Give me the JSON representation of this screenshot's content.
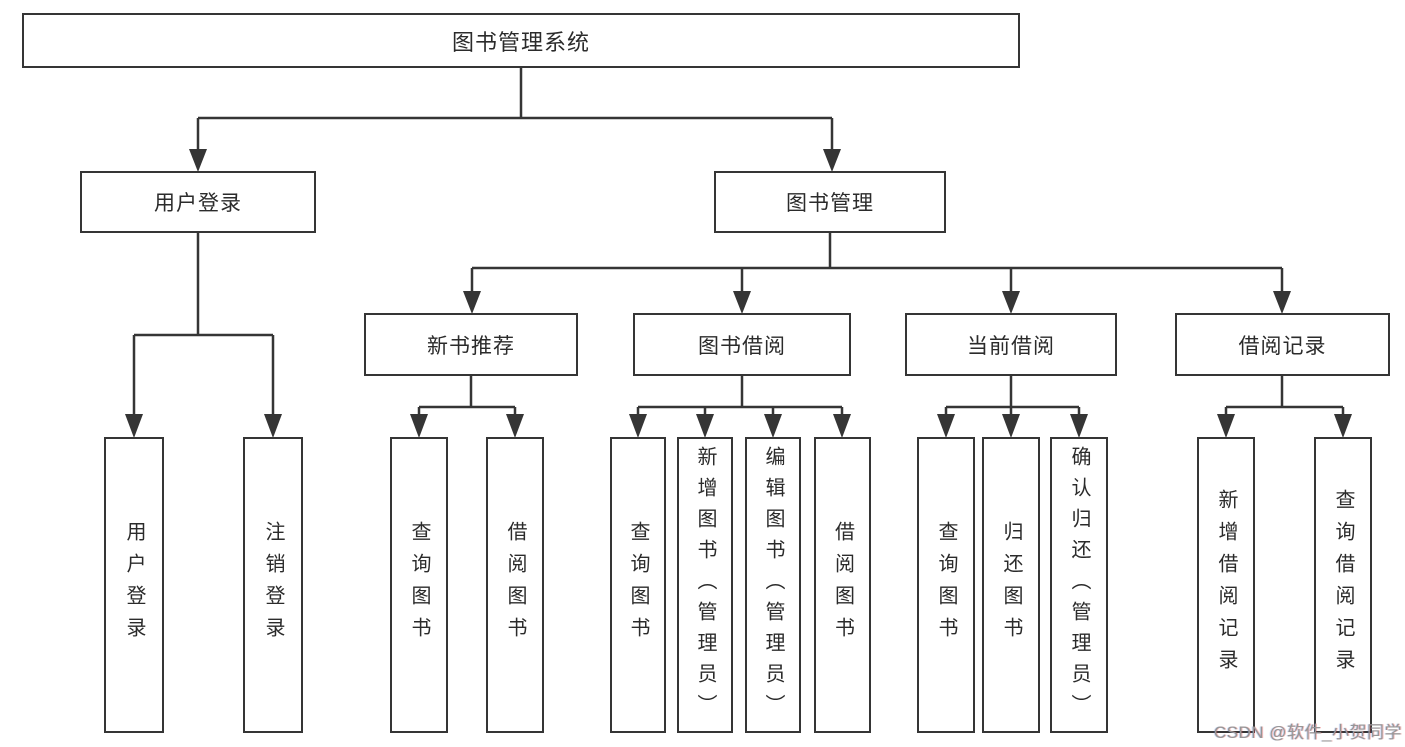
{
  "tree": {
    "label": "图书管理系统",
    "children": [
      {
        "label": "用户登录",
        "children": [
          {
            "label": "用户登录"
          },
          {
            "label": "注销登录"
          }
        ]
      },
      {
        "label": "图书管理",
        "children": [
          {
            "label": "新书推荐",
            "children": [
              {
                "label": "查询图书"
              },
              {
                "label": "借阅图书"
              }
            ]
          },
          {
            "label": "图书借阅",
            "children": [
              {
                "label": "查询图书"
              },
              {
                "label": "新增图书（管理员）"
              },
              {
                "label": "编辑图书（管理员）"
              },
              {
                "label": "借阅图书"
              }
            ]
          },
          {
            "label": "当前借阅",
            "children": [
              {
                "label": "查询图书"
              },
              {
                "label": "归还图书"
              },
              {
                "label": "确认归还（管理员）"
              }
            ]
          },
          {
            "label": "借阅记录",
            "children": [
              {
                "label": "新增借阅记录"
              },
              {
                "label": "查询借阅记录"
              }
            ]
          }
        ]
      }
    ]
  },
  "watermark": {
    "text": "CSDN @软件_小贺同学"
  },
  "colors": {
    "line": "#353535",
    "text": "#2b2b2b",
    "background": "#ffffff",
    "watermark": "#969696"
  }
}
